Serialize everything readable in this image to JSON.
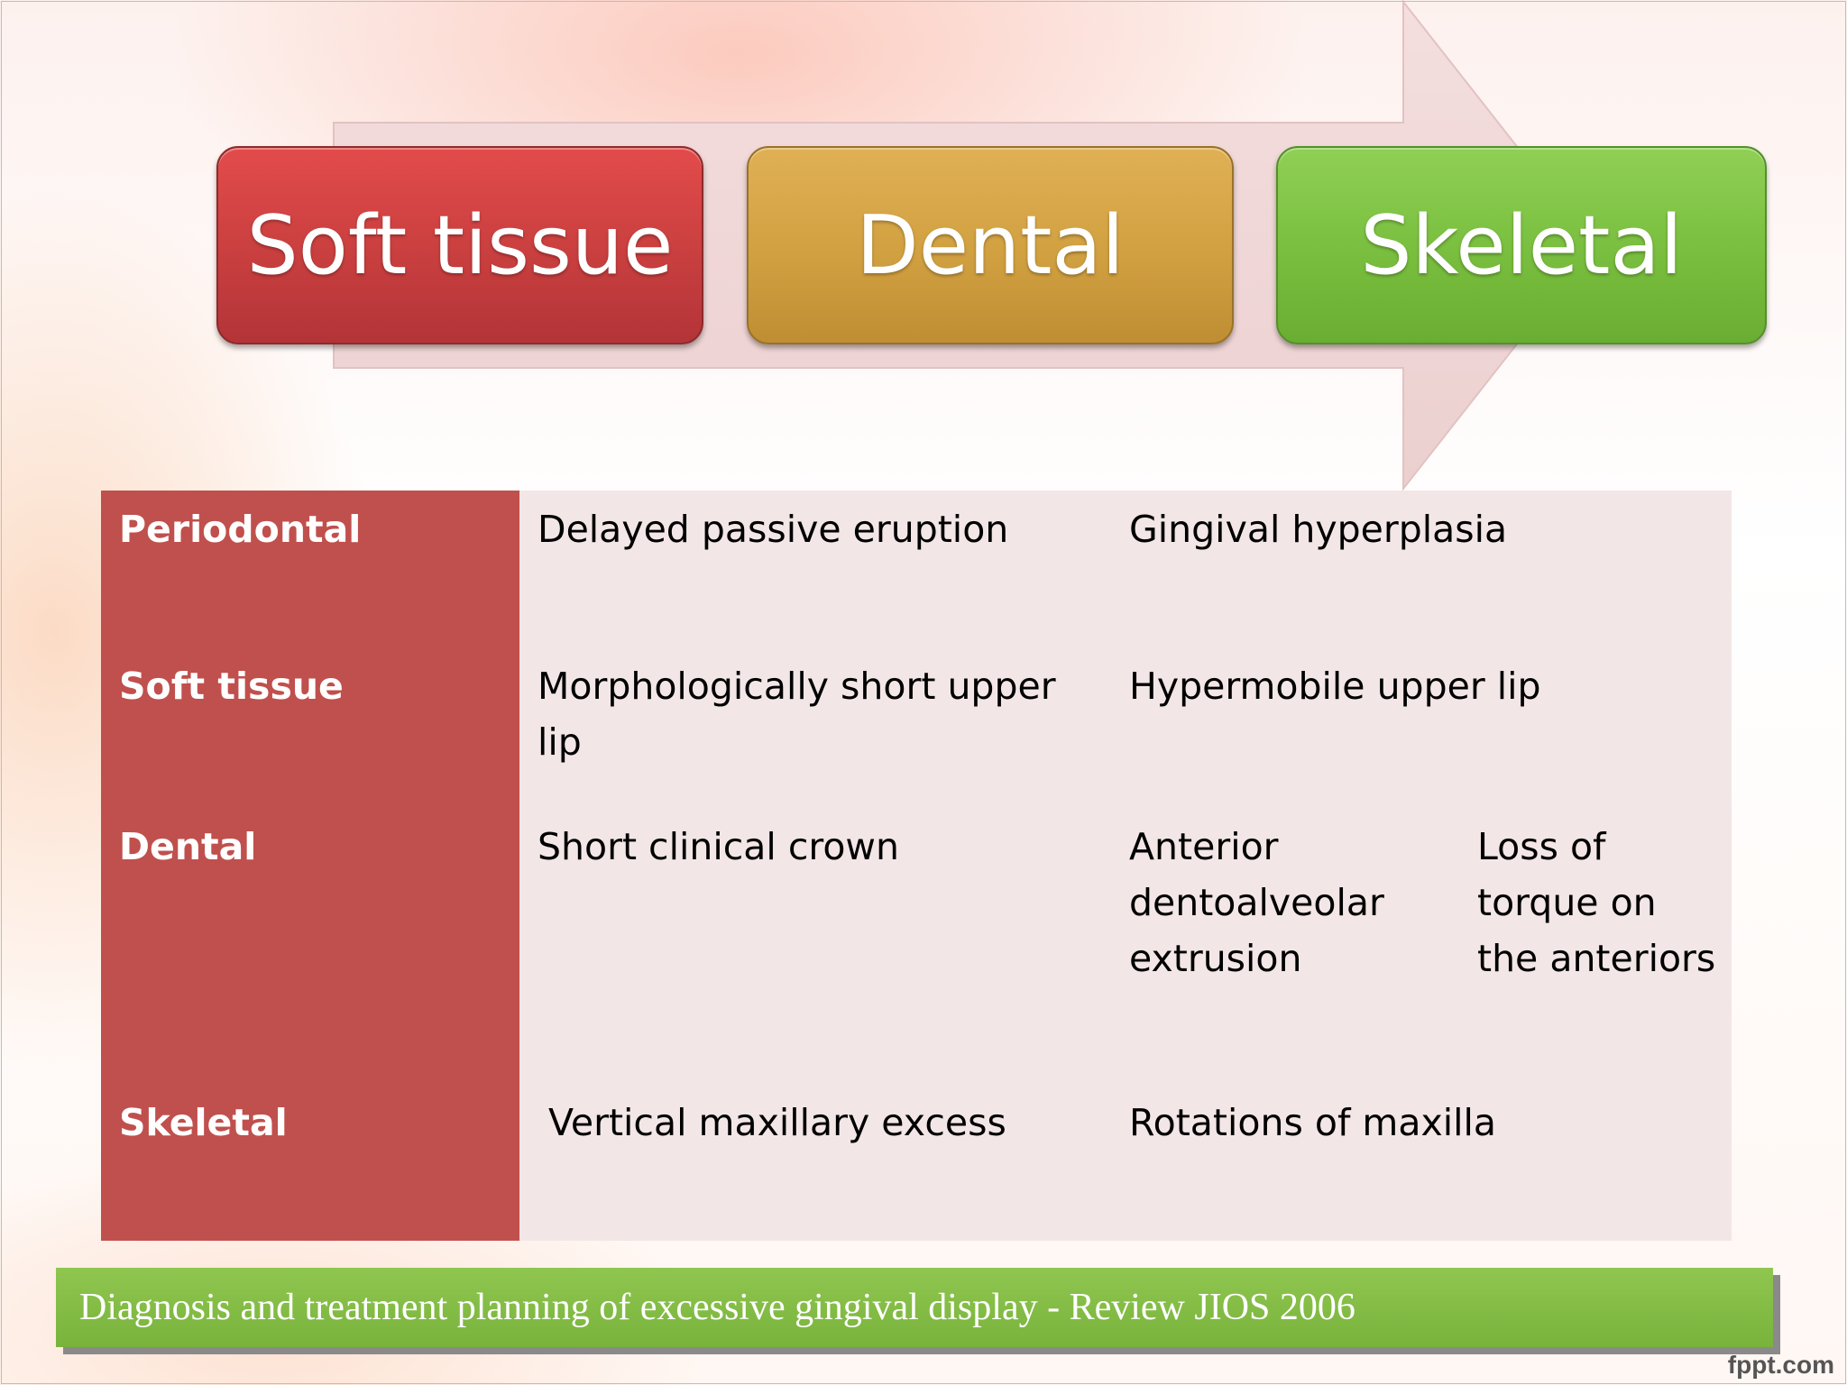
{
  "process": {
    "steps": [
      {
        "label": "Soft tissue",
        "color": "#c93f3f"
      },
      {
        "label": "Dental",
        "color": "#d1a040"
      },
      {
        "label": "Skeletal",
        "color": "#79be3e"
      }
    ],
    "arrow_color": "#f1d6d6"
  },
  "table": {
    "rows": [
      {
        "heading": "Periodontal",
        "cells": [
          "Delayed passive eruption",
          "Gingival hyperplasia"
        ]
      },
      {
        "heading": "Soft tissue",
        "cells": [
          "Morphologically short upper lip",
          "Hypermobile upper lip"
        ]
      },
      {
        "heading": "Dental",
        "cells": [
          "Short clinical crown",
          "Anterior dentoalveolar extrusion",
          "Loss of torque on the anteriors"
        ]
      },
      {
        "heading": "Skeletal",
        "cells": [
          "Vertical maxillary excess",
          "Rotations of maxilla"
        ]
      }
    ],
    "heading_column_color": "#c0504d",
    "body_color": "#f3e6e6"
  },
  "footer": {
    "citation": "Diagnosis and treatment planning of excessive gingival display - Review JIOS 2006",
    "color": "#79b33c"
  },
  "watermark": "fppt.com"
}
